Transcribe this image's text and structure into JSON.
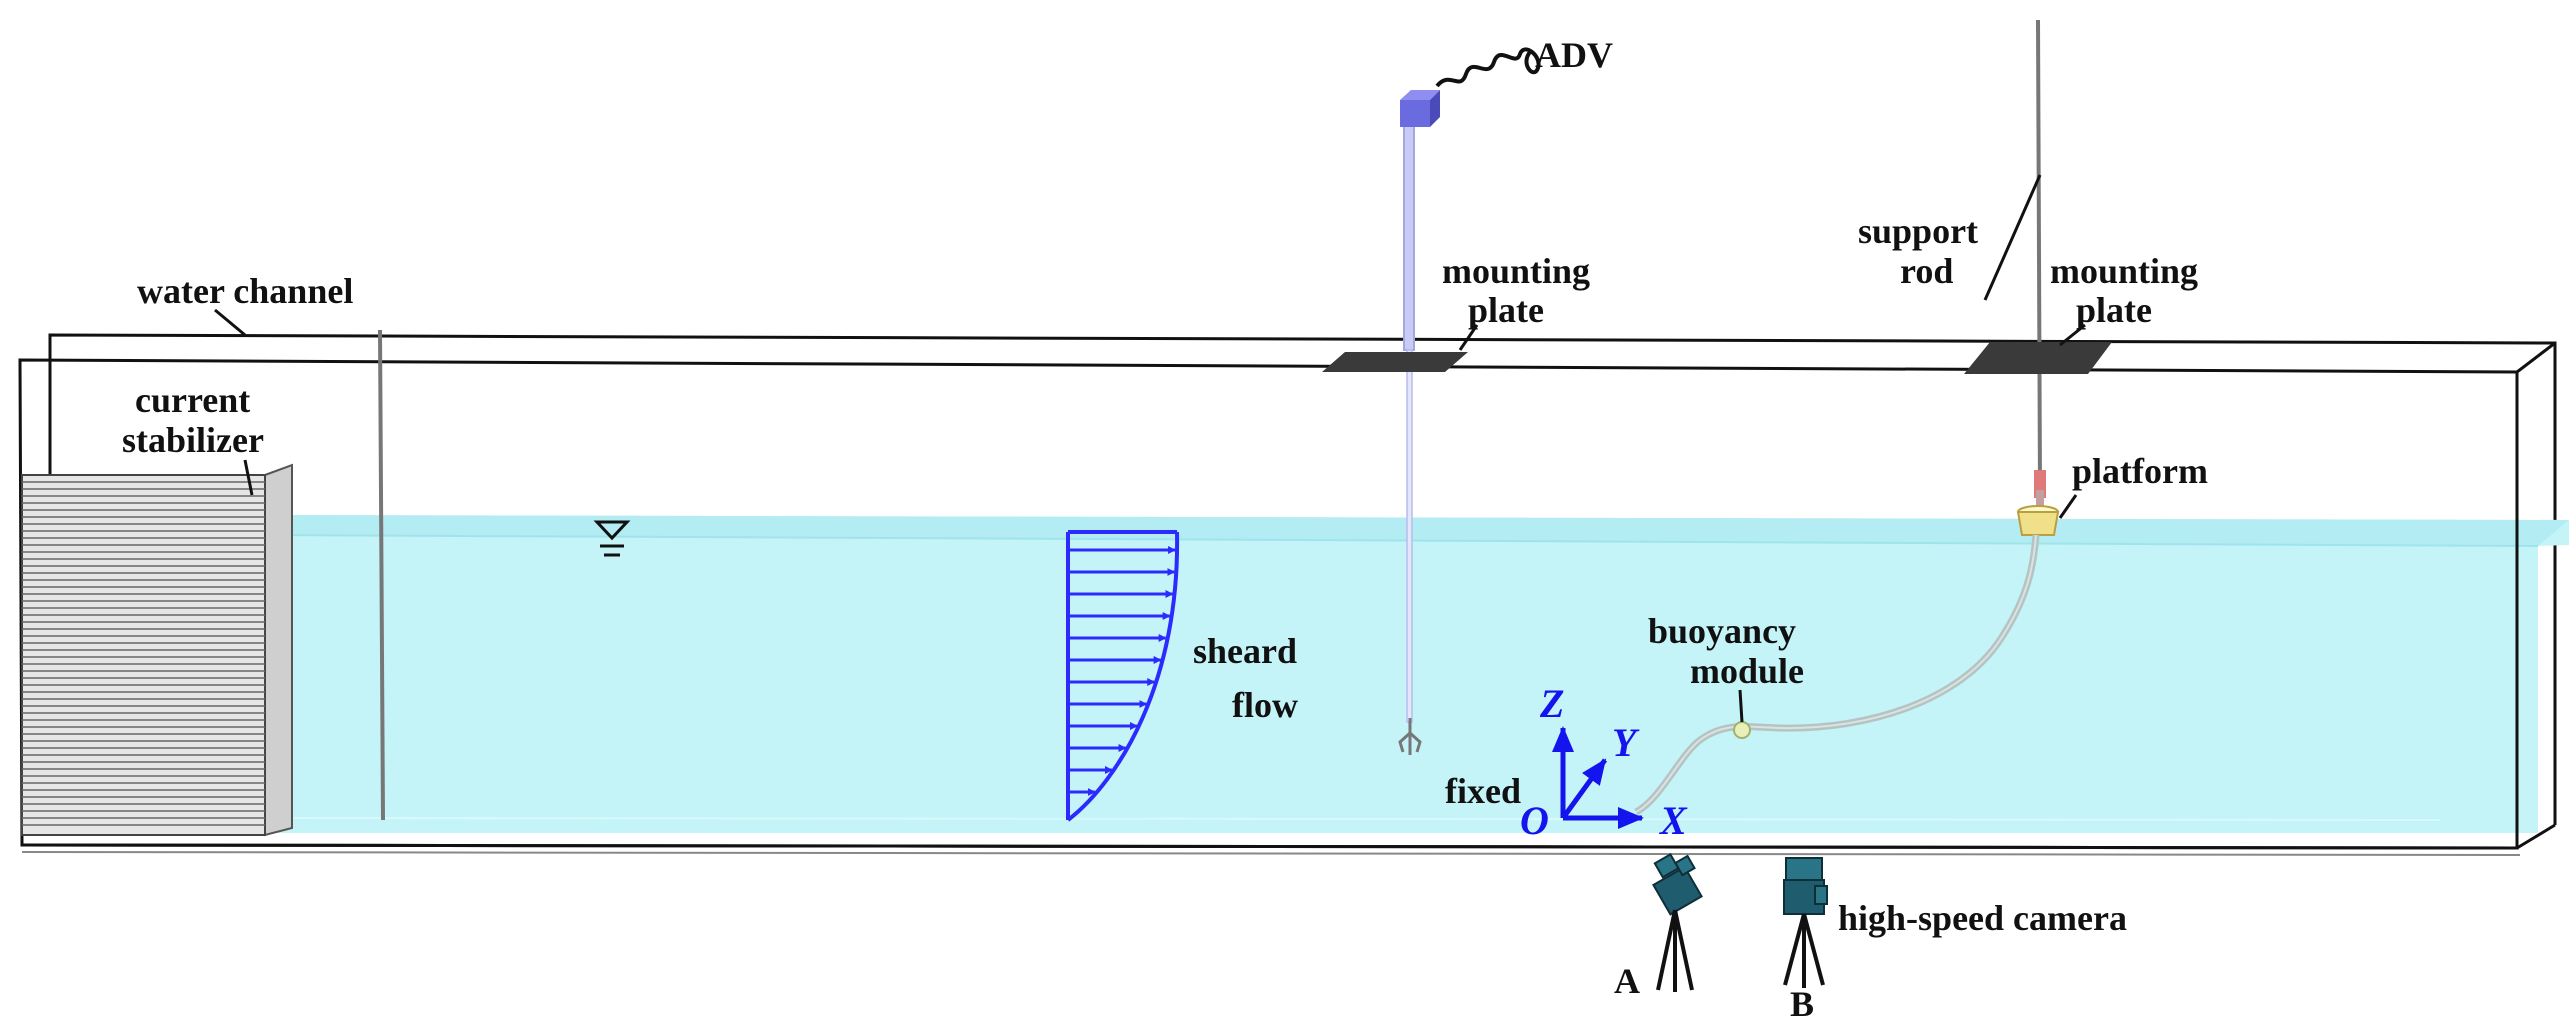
{
  "labels": {
    "adv": "ADV",
    "mounting_plate_1": [
      "mounting",
      "plate"
    ],
    "support_rod": [
      "support",
      "rod"
    ],
    "mounting_plate_2": [
      "mounting",
      "plate"
    ],
    "water_channel": "water channel",
    "current_stabilizer": [
      "current",
      "stabilizer"
    ],
    "platform": "platform",
    "sheard_flow": [
      "sheard",
      "flow"
    ],
    "buoyancy_module": [
      "buoyancy",
      "module"
    ],
    "fixed": "fixed",
    "high_speed_camera": "high-speed camera",
    "camera_a": "A",
    "camera_b": "B"
  },
  "axes": {
    "x": "X",
    "y": "Y",
    "z": "Z",
    "origin": "O"
  },
  "colors": {
    "water": "#c4f4f8",
    "water_edge": "#9fe4ec",
    "flow_arrows": "#2b2bff",
    "axes": "#1414ee",
    "adv_probe": "#6b6be0",
    "adv_rod": "#c8ccf4",
    "plate": "#3a3a3a",
    "camera": "#1f5c6e",
    "riser": "#aab8b8",
    "platform": "#f0e08a",
    "stabilizer": "#7a7a7a"
  },
  "icons": [
    "camera-icon",
    "water-level-icon",
    "adv-cable-icon"
  ]
}
